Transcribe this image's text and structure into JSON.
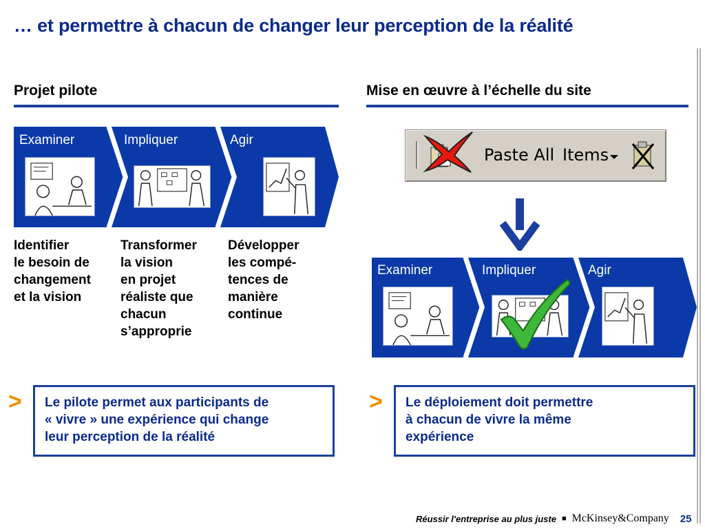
{
  "title": "… et permettre à chacun de changer leur perception de la réalité",
  "left": {
    "heading": "Projet pilote",
    "steps": [
      "Examiner",
      "Impliquer",
      "Agir"
    ],
    "columns": [
      [
        "Identifier",
        "le besoin de",
        "changement",
        "et la vision"
      ],
      [
        "Transformer",
        "la vision",
        "en projet",
        "réaliste que",
        "chacun",
        "s’approprie"
      ],
      [
        "Développer",
        "les compé-",
        "tences de",
        "manière",
        "continue"
      ]
    ],
    "callout_marker": ">",
    "callout_lines": [
      "Le pilote permet aux participants de",
      "« vivre » une expérience qui change",
      "leur perception de la réalité"
    ]
  },
  "right": {
    "heading": "Mise en œuvre à l’échelle du site",
    "toolbar": {
      "paste_all": "Paste All",
      "items": "Items"
    },
    "steps": [
      "Examiner",
      "Impliquer",
      "Agir"
    ],
    "callout_marker": ">",
    "callout_lines": [
      "Le déploiement doit permettre",
      "à chacun de vivre la même",
      "expérience"
    ]
  },
  "footer": {
    "tagline": "Réussir l'entreprise au plus juste",
    "separator": "■",
    "company": "McKinsey&Company",
    "page": "25"
  },
  "colors": {
    "navy": "#0b2a8a",
    "blue": "#1b3f9e",
    "chevron": "#0b3aa8",
    "orange": "#f28c00",
    "red": "#e8170f",
    "green": "#3db83a"
  },
  "icons": [
    "clipboard-icon",
    "dropdown-arrow-icon",
    "clear-clipboard-icon",
    "red-cross-icon",
    "green-check-icon",
    "down-arrow-icon"
  ]
}
